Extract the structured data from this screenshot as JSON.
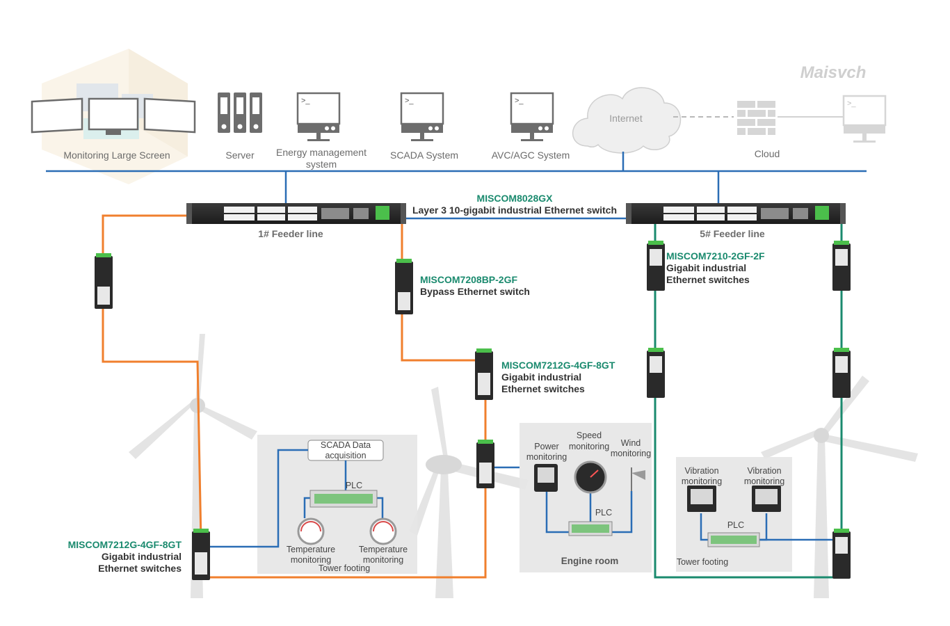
{
  "brand": {
    "logo": "Maisvch"
  },
  "top": {
    "monitoring": "Monitoring Large Screen",
    "server": "Server",
    "energy_1": "Energy management",
    "energy_2": "system",
    "scada": "SCADA System",
    "avc": "AVC/AGC System",
    "internet": "Internet",
    "cloud": "Cloud"
  },
  "core": {
    "model": "MISCOM8028GX",
    "desc": "Layer 3 10-gigabit industrial Ethernet switch",
    "feeder1": "1# Feeder line",
    "feeder5": "5# Feeder line"
  },
  "devices": {
    "bypass_model": "MISCOM7208BP-2GF",
    "bypass_desc": "Bypass Ethernet switch",
    "g7212_model": "MISCOM7212G-4GF-8GT",
    "g7212_l1": "Gigabit industrial",
    "g7212_l2": "Ethernet switches",
    "g7210_model": "MISCOM7210-2GF-2F",
    "g7210_l1": "Gigabit industrial",
    "g7210_l2": "Ethernet switches",
    "bottom_model": "MISCOM7212G-4GF-8GT",
    "bottom_l1": "Gigabit industrial",
    "bottom_l2": "Ethernet switches"
  },
  "tower_left": {
    "scada_1": "SCADA Data",
    "scada_2": "acquisition",
    "plc": "PLC",
    "temp1_1": "Temperature",
    "temp1_2": "monitoring",
    "temp2_1": "Temperature",
    "temp2_2": "monitoring",
    "footer": "Tower footing"
  },
  "engine": {
    "power_1": "Power",
    "power_2": "monitoring",
    "speed_1": "Speed",
    "speed_2": "monitoring",
    "wind_1": "Wind",
    "wind_2": "monitoring",
    "plc": "PLC",
    "footer": "Engine room"
  },
  "tower_right": {
    "vib1_1": "Vibration",
    "vib1_2": "monitoring",
    "vib2_1": "Vibration",
    "vib2_2": "monitoring",
    "plc": "PLC",
    "footer": "Tower footing"
  },
  "colors": {
    "blue": "#2a6db5",
    "orange": "#f07f2d",
    "teal": "#1a8a6e"
  }
}
